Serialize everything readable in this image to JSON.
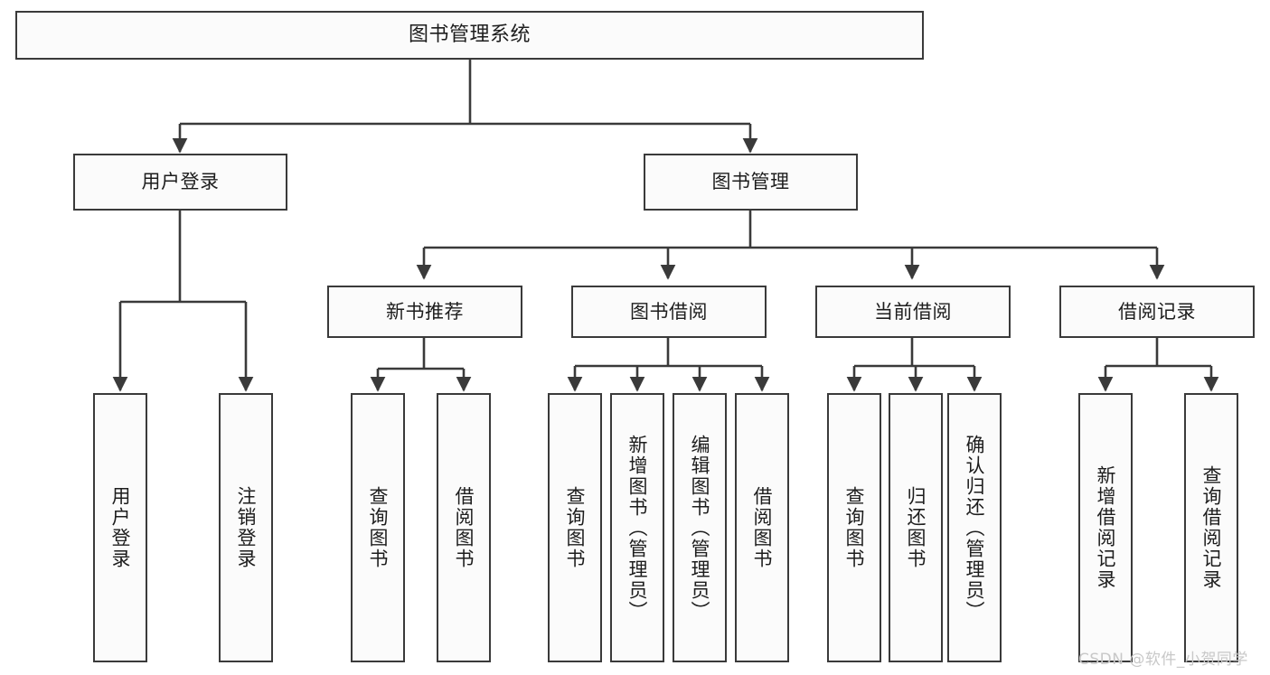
{
  "diagram": {
    "title": "图书管理系统",
    "type": "tree",
    "colors": {
      "box_border": "#3a3a3a",
      "box_fill": "#fbfbfb",
      "edge": "#3a3a3a",
      "text": "#1d1d1d",
      "watermark": "#c8c8c8",
      "background": "#ffffff"
    },
    "root": {
      "label": "图书管理系统"
    },
    "level1": [
      {
        "label": "用户登录"
      },
      {
        "label": "图书管理"
      }
    ],
    "level2": [
      {
        "label": "新书推荐"
      },
      {
        "label": "图书借阅"
      },
      {
        "label": "当前借阅"
      },
      {
        "label": "借阅记录"
      }
    ],
    "leaves": {
      "user_login": [
        {
          "label": "用户登录"
        },
        {
          "label": "注销登录"
        }
      ],
      "new_books": [
        {
          "label": "查询图书"
        },
        {
          "label": "借阅图书"
        }
      ],
      "book_borrow": [
        {
          "label": "查询图书"
        },
        {
          "label": "新增图书（管理员）"
        },
        {
          "label": "编辑图书（管理员）"
        },
        {
          "label": "借阅图书"
        }
      ],
      "current_borrow": [
        {
          "label": "查询图书"
        },
        {
          "label": "归还图书"
        },
        {
          "label": "确认归还（管理员）"
        }
      ],
      "borrow_record": [
        {
          "label": "新增借阅记录"
        },
        {
          "label": "查询借阅记录"
        }
      ]
    },
    "watermark": "CSDN @软件_小贺同学"
  }
}
